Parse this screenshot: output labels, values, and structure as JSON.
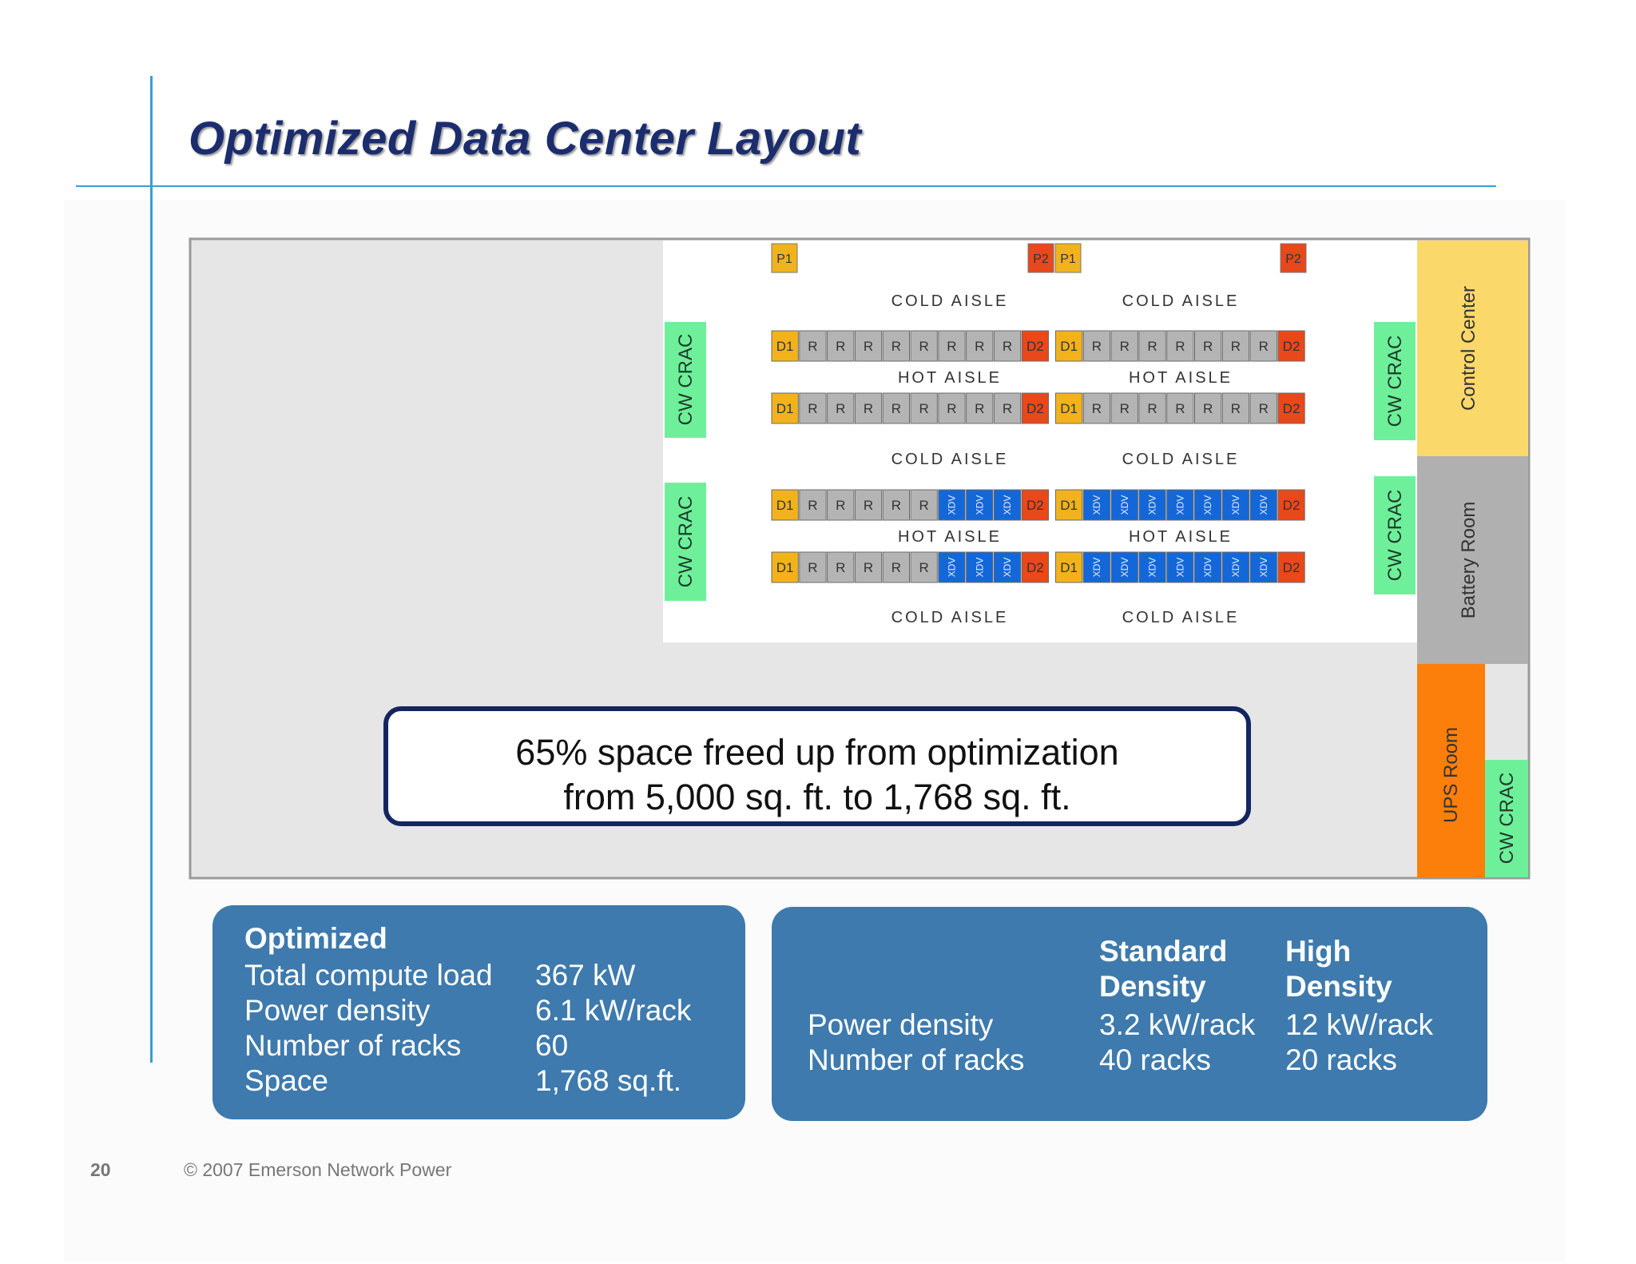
{
  "slide": {
    "title": "Optimized Data Center Layout",
    "page_number": "20",
    "copyright": "© 2007 Emerson Network Power"
  },
  "floor_plan": {
    "top_labels": [
      "P1",
      "P2",
      "P1",
      "P2"
    ],
    "aisles": {
      "cold": "COLD AISLE",
      "hot": "HOT AISLE"
    },
    "crac_label": "CW CRAC",
    "side_rooms": {
      "control_center": "Control Center",
      "battery_room": "Battery Room",
      "ups_room": "UPS Room"
    },
    "rack_labels": {
      "d1": "D1",
      "d2": "D2",
      "r": "R",
      "xdv": "XDV"
    },
    "rows": [
      {
        "left": [
          "D1",
          "R",
          "R",
          "R",
          "R",
          "R",
          "R",
          "R",
          "R",
          "D2"
        ],
        "right": [
          "D1",
          "R",
          "R",
          "R",
          "R",
          "R",
          "R",
          "R",
          "D2"
        ]
      },
      {
        "left": [
          "D1",
          "R",
          "R",
          "R",
          "R",
          "R",
          "R",
          "R",
          "R",
          "D2"
        ],
        "right": [
          "D1",
          "R",
          "R",
          "R",
          "R",
          "R",
          "R",
          "R",
          "D2"
        ]
      },
      {
        "left": [
          "D1",
          "R",
          "R",
          "R",
          "R",
          "R",
          "XDV",
          "XDV",
          "XDV",
          "D2"
        ],
        "right": [
          "D1",
          "XDV",
          "XDV",
          "XDV",
          "XDV",
          "XDV",
          "XDV",
          "XDV",
          "D2"
        ]
      },
      {
        "left": [
          "D1",
          "R",
          "R",
          "R",
          "R",
          "R",
          "XDV",
          "XDV",
          "XDV",
          "D2"
        ],
        "right": [
          "D1",
          "XDV",
          "XDV",
          "XDV",
          "XDV",
          "XDV",
          "XDV",
          "XDV",
          "D2"
        ]
      }
    ],
    "colors": {
      "d1": "#f2b21c",
      "d2": "#e8481a",
      "rack": "#b4b4b4",
      "xdv": "#1467d8",
      "crac": "#6ef09a",
      "control": "#fbd86a",
      "battery": "#b0b0b0",
      "ups": "#fb7f0a",
      "floor": "#e6e6e6"
    }
  },
  "callout": {
    "line1": "65% space freed up from optimization",
    "line2": "from 5,000 sq. ft. to 1,768 sq. ft."
  },
  "optimized_panel": {
    "heading": "Optimized",
    "rows": [
      {
        "label": "Total compute load",
        "value": "367 kW"
      },
      {
        "label": "Power density",
        "value": "6.1 kW/rack"
      },
      {
        "label": "Number of racks",
        "value": "60"
      },
      {
        "label": "Space",
        "value": "1,768 sq.ft."
      }
    ]
  },
  "density_panel": {
    "col_standard_line1": "Standard",
    "col_standard_line2": "Density",
    "col_high_line1": "High",
    "col_high_line2": "Density",
    "rows": [
      {
        "label": "Power density",
        "standard": "3.2 kW/rack",
        "high": "12 kW/rack"
      },
      {
        "label": "Number of racks",
        "standard": "40 racks",
        "high": "20 racks"
      }
    ]
  }
}
